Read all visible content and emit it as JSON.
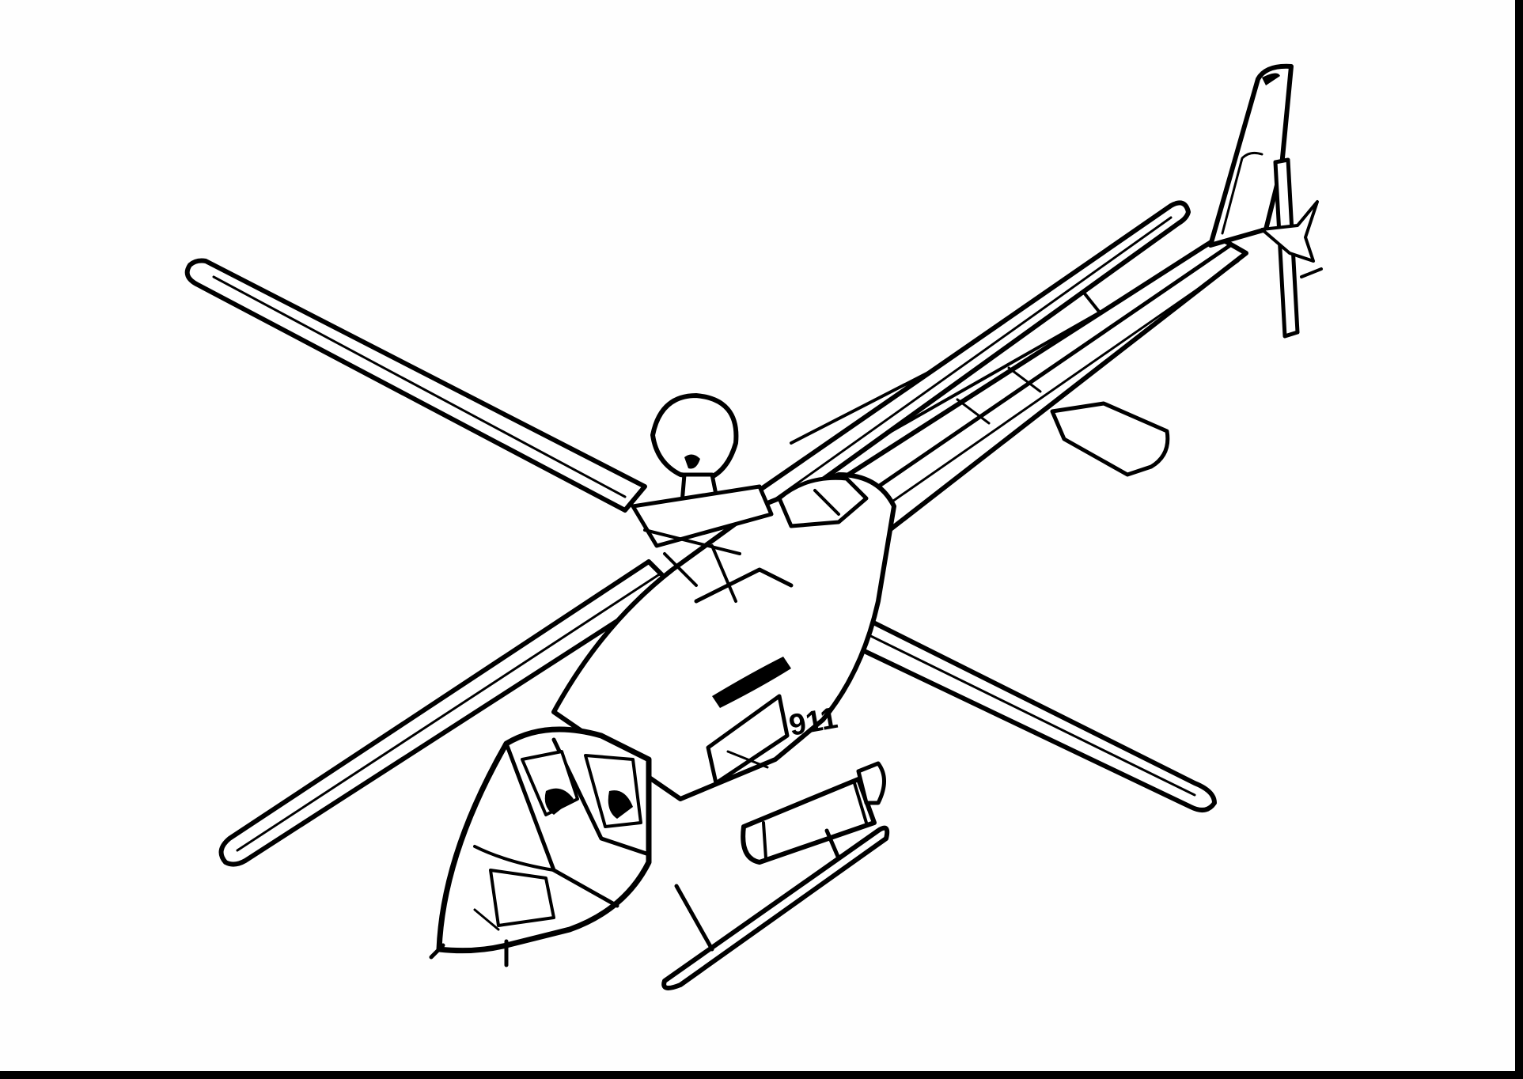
{
  "image": {
    "subject": "Helicopter line-art coloring page",
    "style": "black outline on white",
    "colors": {
      "ink": "#000000",
      "paper": "#fefefe",
      "frame": "#000000"
    }
  },
  "helicopter": {
    "fuselage_marking": "911",
    "parts": [
      "main-rotor",
      "rotor-hub",
      "cockpit",
      "fuselage",
      "tail-boom",
      "vertical-fin",
      "tail-rotor",
      "horizontal-stabilizer",
      "landing-skids",
      "side-pod"
    ]
  }
}
